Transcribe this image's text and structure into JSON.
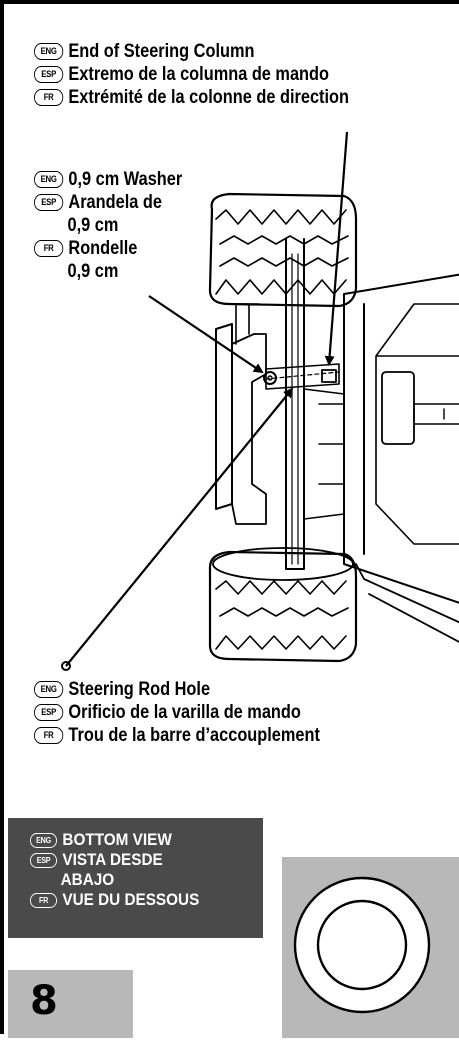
{
  "callouts": {
    "steering_column": {
      "eng": "End of Steering Column",
      "esp": "Extremo de la columna de mando",
      "fr": "Extrémité de la colonne de direction"
    },
    "washer": {
      "eng": "0,9 cm Washer",
      "esp_line1": "Arandela de",
      "esp_line2": "0,9 cm",
      "fr_line1": "Rondelle",
      "fr_line2": "0,9 cm"
    },
    "steering_rod_hole": {
      "eng": "Steering Rod Hole",
      "esp": "Orificio de la varilla de mando",
      "fr": "Trou de la barre d’accouplement"
    }
  },
  "language_badges": {
    "eng": "ENG",
    "esp": "ESP",
    "fr": "FR"
  },
  "view_label": {
    "eng": "BOTTOM VIEW",
    "esp_line1": "VISTA DESDE",
    "esp_line2": "ABAJO",
    "fr": "VUE DU DESSOUS"
  },
  "page_number": "8",
  "colors": {
    "view_box_bg": "#4a4a4a",
    "gray_box_bg": "#b8b8b8",
    "ink": "#000000"
  }
}
